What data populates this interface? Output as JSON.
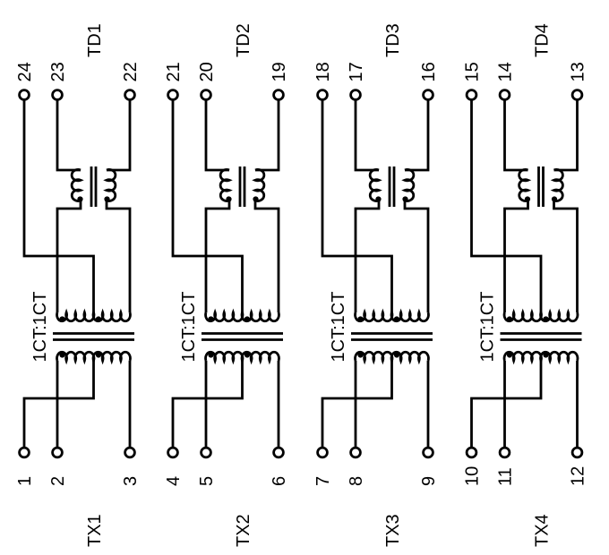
{
  "schematic": {
    "winding_ratio_label": "1CT:1CT",
    "colors": {
      "line": "#000000",
      "background": "#ffffff"
    },
    "channels": [
      {
        "tx_label": "TX1",
        "td_label": "TD1",
        "top_pins": [
          "24",
          "23",
          "22"
        ],
        "bottom_pins": [
          "1",
          "2",
          "3"
        ]
      },
      {
        "tx_label": "TX2",
        "td_label": "TD2",
        "top_pins": [
          "21",
          "20",
          "19"
        ],
        "bottom_pins": [
          "4",
          "5",
          "6"
        ]
      },
      {
        "tx_label": "TX3",
        "td_label": "TD3",
        "top_pins": [
          "18",
          "17",
          "16"
        ],
        "bottom_pins": [
          "7",
          "8",
          "9"
        ]
      },
      {
        "tx_label": "TX4",
        "td_label": "TD4",
        "top_pins": [
          "15",
          "14",
          "13"
        ],
        "bottom_pins": [
          "10",
          "11",
          "12"
        ]
      }
    ]
  }
}
